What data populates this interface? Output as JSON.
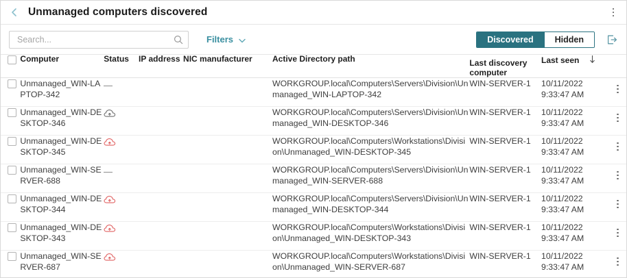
{
  "header": {
    "title": "Unmanaged computers discovered",
    "back_icon": "chevron-left-icon",
    "overflow_icon": "kebab-menu-icon"
  },
  "toolbar": {
    "search_placeholder": "Search...",
    "search_value": "",
    "search_icon": "search-icon",
    "filters_label": "Filters",
    "filters_chevron_icon": "chevron-down-icon",
    "segmented": {
      "discovered_label": "Discovered",
      "hidden_label": "Hidden",
      "active": "Discovered"
    },
    "export_icon": "export-icon"
  },
  "colors": {
    "accent_teal": "#2a7280",
    "link_teal": "#3a8fa0",
    "status_red": "#e06060",
    "status_gray": "#6e6e6e",
    "border": "#e6e6e6"
  },
  "table": {
    "columns": [
      {
        "key": "checkbox",
        "label": ""
      },
      {
        "key": "computer",
        "label": "Computer"
      },
      {
        "key": "status",
        "label": "Status"
      },
      {
        "key": "ip",
        "label": "IP address"
      },
      {
        "key": "nic",
        "label": "NIC manufacturer"
      },
      {
        "key": "ad_path",
        "label": "Active Directory path"
      },
      {
        "key": "last_disc",
        "label": "Last discovery computer"
      },
      {
        "key": "last_seen",
        "label": "Last seen"
      },
      {
        "key": "menu",
        "label": ""
      }
    ],
    "sort": {
      "column": "Last seen",
      "direction": "descending",
      "icon": "arrow-down-icon"
    },
    "rows": [
      {
        "computer": "Unmanaged_WIN-LAPTOP-342",
        "status_icon": "dash-icon",
        "status_color": "#8c8c8c",
        "ip": "",
        "nic": "",
        "ad_path": "WORKGROUP.local\\Computers\\Servers\\Division\\Unmanaged_WIN-LAPTOP-342",
        "last_discovery_computer": "WIN-SERVER-1",
        "last_seen_date": "10/11/2022",
        "last_seen_time": "9:33:47 AM"
      },
      {
        "computer": "Unmanaged_WIN-DESKTOP-346",
        "status_icon": "cloud-upload-icon",
        "status_color": "#6e6e6e",
        "ip": "",
        "nic": "",
        "ad_path": "WORKGROUP.local\\Computers\\Servers\\Division\\Unmanaged_WIN-DESKTOP-346",
        "last_discovery_computer": "WIN-SERVER-1",
        "last_seen_date": "10/11/2022",
        "last_seen_time": "9:33:47 AM"
      },
      {
        "computer": "Unmanaged_WIN-DESKTOP-345",
        "status_icon": "cloud-upload-icon",
        "status_color": "#e06060",
        "ip": "",
        "nic": "",
        "ad_path": "WORKGROUP.local\\Computers\\Workstations\\Division\\Unmanaged_WIN-DESKTOP-345",
        "last_discovery_computer": "WIN-SERVER-1",
        "last_seen_date": "10/11/2022",
        "last_seen_time": "9:33:47 AM"
      },
      {
        "computer": "Unmanaged_WIN-SERVER-688",
        "status_icon": "dash-icon",
        "status_color": "#8c8c8c",
        "ip": "",
        "nic": "",
        "ad_path": "WORKGROUP.local\\Computers\\Servers\\Division\\Unmanaged_WIN-SERVER-688",
        "last_discovery_computer": "WIN-SERVER-1",
        "last_seen_date": "10/11/2022",
        "last_seen_time": "9:33:47 AM"
      },
      {
        "computer": "Unmanaged_WIN-DESKTOP-344",
        "status_icon": "cloud-upload-icon",
        "status_color": "#e06060",
        "ip": "",
        "nic": "",
        "ad_path": "WORKGROUP.local\\Computers\\Servers\\Division\\Unmanaged_WIN-DESKTOP-344",
        "last_discovery_computer": "WIN-SERVER-1",
        "last_seen_date": "10/11/2022",
        "last_seen_time": "9:33:47 AM"
      },
      {
        "computer": "Unmanaged_WIN-DESKTOP-343",
        "status_icon": "cloud-upload-icon",
        "status_color": "#e06060",
        "ip": "",
        "nic": "",
        "ad_path": "WORKGROUP.local\\Computers\\Workstations\\Division\\Unmanaged_WIN-DESKTOP-343",
        "last_discovery_computer": "WIN-SERVER-1",
        "last_seen_date": "10/11/2022",
        "last_seen_time": "9:33:47 AM"
      },
      {
        "computer": "Unmanaged_WIN-SERVER-687",
        "status_icon": "cloud-upload-icon",
        "status_color": "#e06060",
        "ip": "",
        "nic": "",
        "ad_path": "WORKGROUP.local\\Computers\\Workstations\\Division\\Unmanaged_WIN-SERVER-687",
        "last_discovery_computer": "WIN-SERVER-1",
        "last_seen_date": "10/11/2022",
        "last_seen_time": "9:33:47 AM"
      }
    ]
  }
}
